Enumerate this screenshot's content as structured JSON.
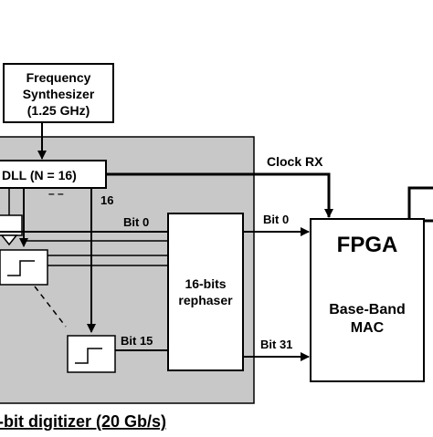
{
  "synth": {
    "line1": "Frequency",
    "line2": "Synthesizer",
    "line3": "(1.25 GHz)"
  },
  "dll": {
    "label": "DLL (N = 16)"
  },
  "labels": {
    "clock_rx": "Clock RX",
    "tap_count": "16",
    "tap_dashes": "– –",
    "bit0_in": "Bit 0",
    "bit15_in": "Bit 15",
    "bit0_out": "Bit 0",
    "bit31_out": "Bit 31"
  },
  "rephaser": {
    "line1": "16-bits",
    "line2": "rephaser"
  },
  "fpga": {
    "title": "FPGA",
    "line1": "Base-Band",
    "line2": "MAC"
  },
  "digitizer": {
    "caption": "-bit digitizer (20 Gb/s)"
  },
  "colors": {
    "digitizer_fill": "#c8c8c8",
    "line": "#000000",
    "box_fill": "#ffffff"
  }
}
